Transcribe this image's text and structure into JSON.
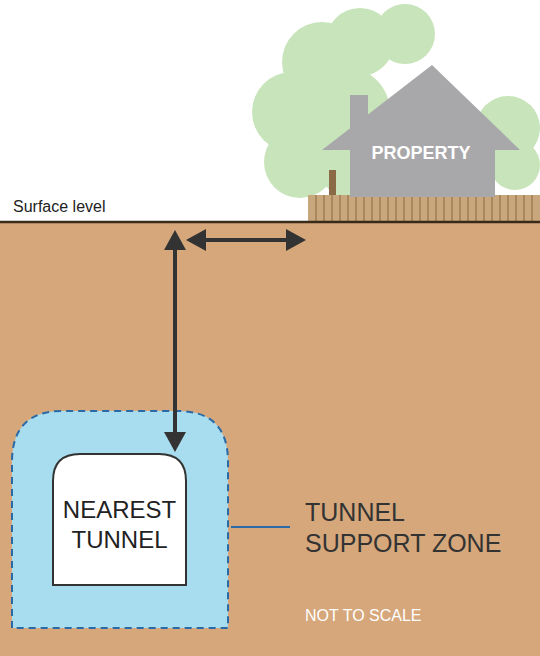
{
  "diagram": {
    "nodes": [
      {
        "text": [
          "PROPERTY"
        ]
      },
      {
        "text": [
          "NEAREST TUNNEL"
        ]
      }
    ],
    "labels": [
      "Surface level",
      "TUNNEL SUPPORT ZONE",
      "NOT TO SCALE"
    ]
  }
}
